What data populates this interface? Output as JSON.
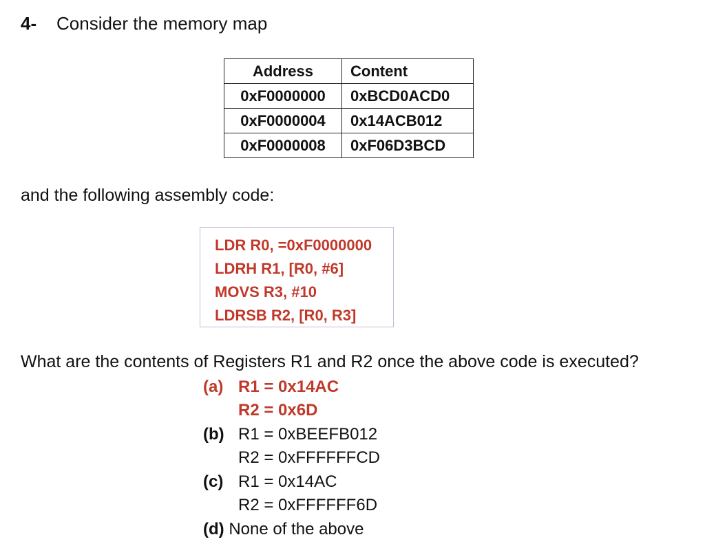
{
  "question": {
    "number": "4-",
    "title": "Consider the memory map",
    "intro": "and the following assembly code:",
    "prompt": "What are the contents of Registers R1 and R2 once the above code is executed?"
  },
  "memory_table": {
    "headers": [
      "Address",
      "Content"
    ],
    "rows": [
      [
        "0xF0000000",
        "0xBCD0ACD0"
      ],
      [
        "0xF0000004",
        "0x14ACB012"
      ],
      [
        "0xF0000008",
        "0xF06D3BCD"
      ]
    ]
  },
  "code": [
    "LDR R0, =0xF0000000",
    "LDRH R1, [R0, #6]",
    "MOVS R3, #10",
    "LDRSB R2, [R0, R3]"
  ],
  "options": {
    "a": {
      "label": "(a)",
      "line1": "R1 = 0x14AC",
      "line2": "R2 = 0x6D"
    },
    "b": {
      "label": "(b)",
      "line1": "R1 = 0xBEEFB012",
      "line2": "R2 = 0xFFFFFFCD"
    },
    "c": {
      "label": "(c)",
      "line1": "R1 = 0x14AC",
      "line2": "R2 = 0xFFFFFF6D"
    },
    "d": {
      "label": "(d)",
      "text": "None of the above"
    }
  },
  "colors": {
    "highlight": "#c0392b",
    "code_border": "#c9b6d6"
  }
}
